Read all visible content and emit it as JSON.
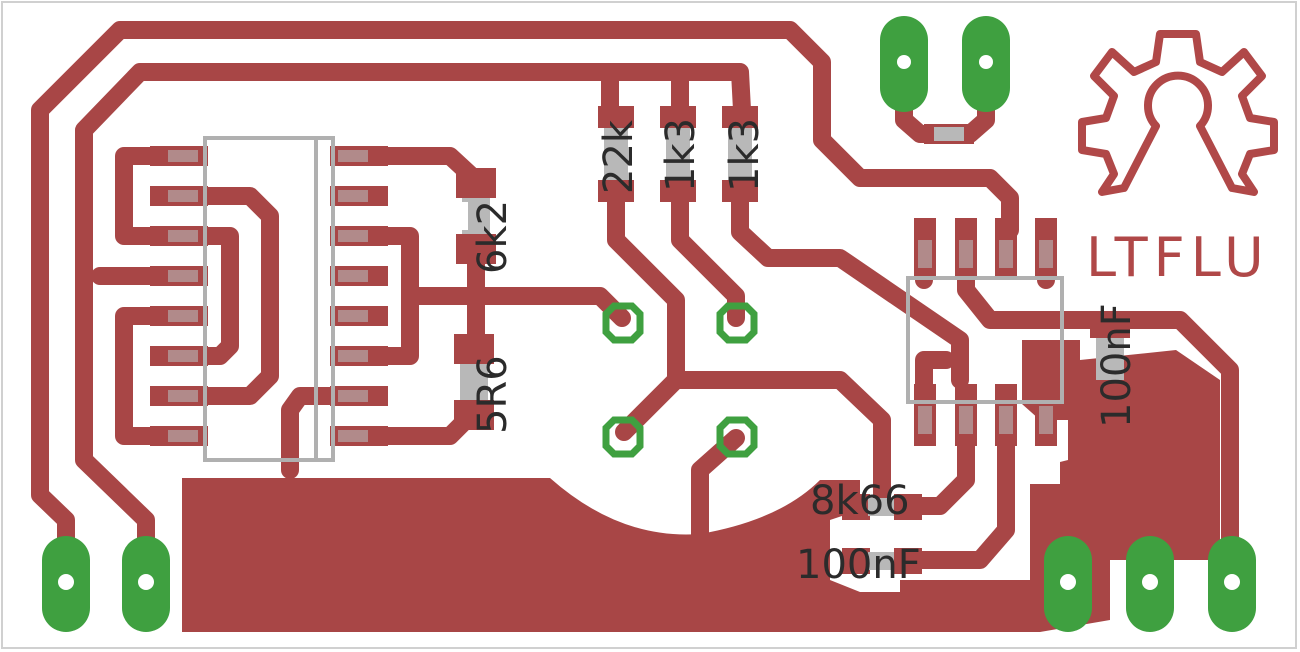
{
  "logo": {
    "text": "LTFLU",
    "icon": "open-source-hardware-gear-icon"
  },
  "components": {
    "r1": "22k",
    "r2": "1k3",
    "r3": "1k3",
    "r4": "6k2",
    "r5": "5R6",
    "r6": "8k66",
    "c1": "100nF",
    "c2": "100nF"
  },
  "colors": {
    "copper": "#a84646",
    "pad": "#3fa040",
    "silkscreen": "#b0b0b0",
    "smd_pad": "#b8b8b8",
    "label": "#2b2b2b"
  }
}
